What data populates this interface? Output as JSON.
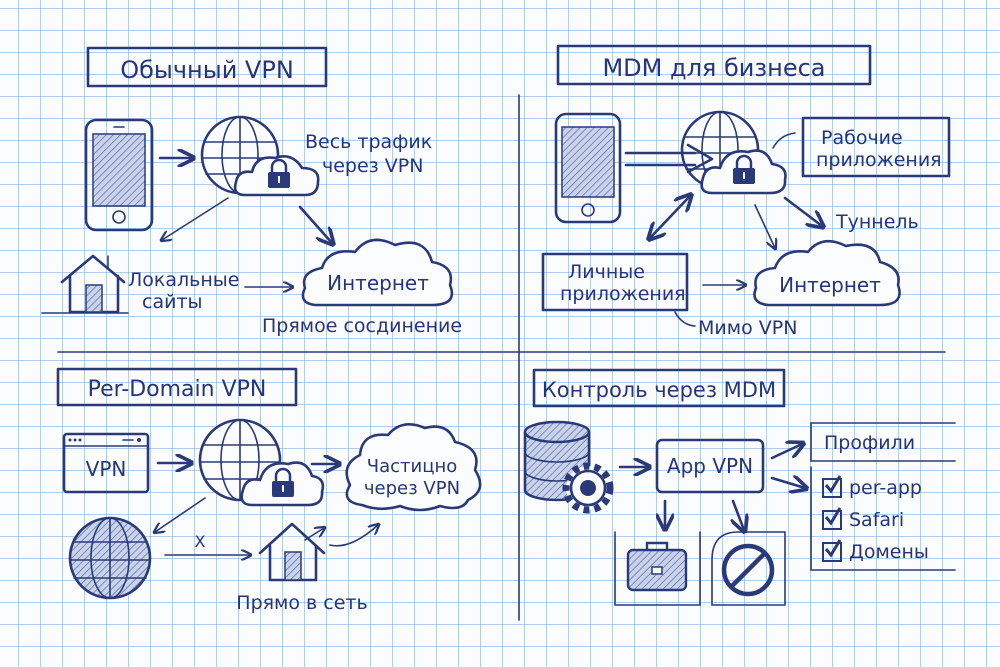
{
  "colors": {
    "ink": "#2a3a78",
    "paper": "#fbfcfd",
    "grid": "#78a5d7"
  },
  "q1": {
    "title": "Обычный VPN",
    "label_all_traffic_1": "Весь трафик",
    "label_all_traffic_2": "через VPN",
    "label_local_1": "Локальные",
    "label_local_2": "сайты",
    "label_internet": "Интернет",
    "label_direct": "Прямое сосдинение"
  },
  "q2": {
    "title": "MDM для бизнеса",
    "label_work_1": "Рабочие",
    "label_work_2": "приложения",
    "label_tunnel": "Туннель",
    "label_personal_1": "Личные",
    "label_personal_2": "приложения",
    "label_internet": "Интернет",
    "label_bypass": "Мимо VPN"
  },
  "q3": {
    "title": "Per-Domain VPN",
    "label_vpn_window": "VPN",
    "label_partial_1": "Частицно",
    "label_partial_2": "через VPN",
    "label_x": "X",
    "label_direct_net": "Прямо в сеть"
  },
  "q4": {
    "title": "Контроль через MDM",
    "label_app_vpn": "App VPN",
    "profiles_title": "Профили",
    "profiles": [
      {
        "label": "per-app",
        "checked": true
      },
      {
        "label": "Safari",
        "checked": true
      },
      {
        "label": "Домены",
        "checked": true
      }
    ]
  }
}
